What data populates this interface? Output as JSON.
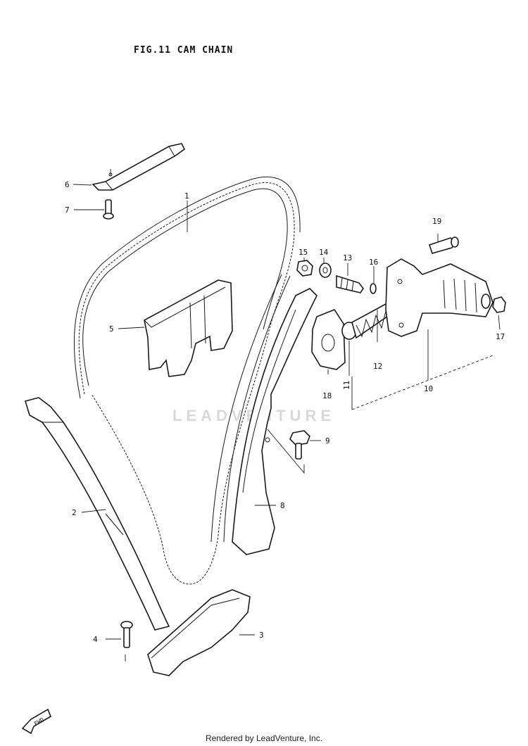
{
  "title": "FIG.11  CAM CHAIN",
  "watermark": "LEADVENTURE",
  "footer": "Rendered by LeadVenture, Inc.",
  "fwd_label": "FWD",
  "callouts": [
    {
      "id": "1",
      "label": "1"
    },
    {
      "id": "2",
      "label": "2"
    },
    {
      "id": "3",
      "label": "3"
    },
    {
      "id": "4",
      "label": "4"
    },
    {
      "id": "5",
      "label": "5"
    },
    {
      "id": "6",
      "label": "6"
    },
    {
      "id": "7",
      "label": "7"
    },
    {
      "id": "8",
      "label": "8"
    },
    {
      "id": "9",
      "label": "9"
    },
    {
      "id": "10",
      "label": "10"
    },
    {
      "id": "11",
      "label": "11"
    },
    {
      "id": "12",
      "label": "12"
    },
    {
      "id": "13",
      "label": "13"
    },
    {
      "id": "14",
      "label": "14"
    },
    {
      "id": "15",
      "label": "15"
    },
    {
      "id": "16",
      "label": "16"
    },
    {
      "id": "17",
      "label": "17"
    },
    {
      "id": "18",
      "label": "18"
    },
    {
      "id": "19",
      "label": "19"
    }
  ]
}
